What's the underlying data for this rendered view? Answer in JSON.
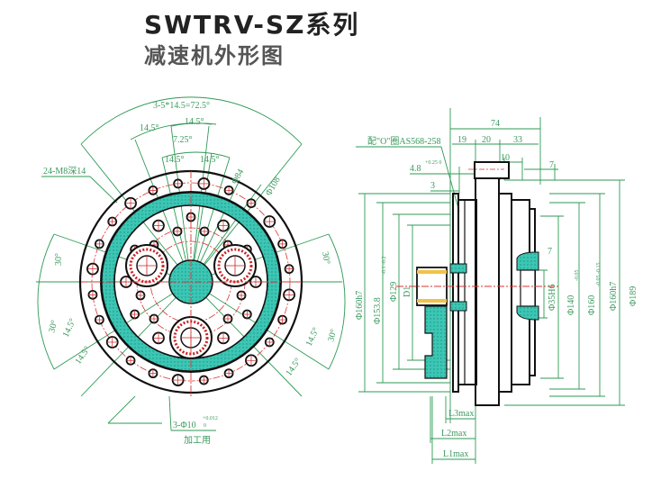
{
  "header": {
    "title": "SWTRV-SZ系列",
    "subtitle": "减速机外形图"
  },
  "front_view": {
    "labels": {
      "pitch_total": "3-5*14.5=72.5°",
      "angle_outer_left": "14.5°",
      "angle_outer_right": "14.5°",
      "angle_center": "7.25°",
      "angle_inner_left": "14.5°",
      "angle_inner_right": "14.5°",
      "tapped_holes": "24-M8深14",
      "dia_84": "Φ84",
      "dia_108": "Φ108",
      "angle_left_upper": "30°",
      "angle_left_lower": "30°",
      "angle_left_a": "14.5°",
      "angle_left_b": "14.5°",
      "angle_right_upper": "30°",
      "angle_right_lower": "30°",
      "angle_right_a": "14.5°",
      "angle_right_b": "14.5°",
      "pin_holes": "3-Φ10",
      "pin_tol_upper": "+0.012",
      "pin_tol_lower": "0",
      "process_note": "加工用"
    }
  },
  "side_view": {
    "labels": {
      "length_total": "74",
      "len_19": "19",
      "len_20": "20",
      "len_33": "33",
      "len_10": "10",
      "len_7_top": "7",
      "oring": "配\"O\"圈AS568-258",
      "groove": "4.8",
      "groove_tol": "+0.25 0",
      "len_3": "3",
      "dia_160h7_left": "Φ160h7",
      "dia_153": "Φ153.8",
      "dia_153_tol": "-0.1 -0.2",
      "dia_129": "Φ129",
      "d1": "D1",
      "len_7_right": "7",
      "dia_35h6": "Φ35H6",
      "dia_140": "Φ140",
      "dia_140_tol": "-0.05",
      "dia_160": "Φ160",
      "dia_160_tol": "-0.05 -0.15",
      "dia_160h7_right": "Φ160h7",
      "dia_189": "Φ189",
      "l3": "L3max",
      "l2": "L2max",
      "l1": "L1max"
    }
  },
  "colors": {
    "dimension": "#2e9a55",
    "outline": "#111111",
    "centerline": "#dd3333",
    "hatch": "#2bb5a5"
  }
}
